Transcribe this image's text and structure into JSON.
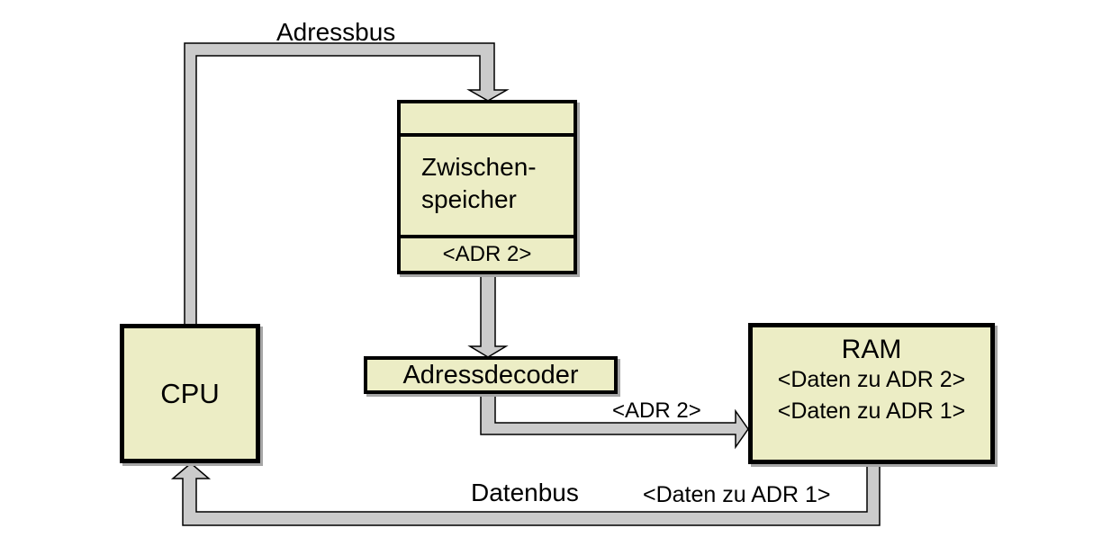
{
  "diagram": {
    "bus_labels": {
      "adressbus": "Adressbus",
      "datenbus": "Datenbus",
      "adr2_on_addressbus": "<ADR 2>",
      "daten_adr1_on_datenbus": "<Daten zu ADR 1>"
    },
    "nodes": {
      "cpu": {
        "label": "CPU"
      },
      "zwischenspeicher": {
        "name_line1": "Zwischen-",
        "name_line2": "speicher",
        "stored_value": "<ADR 2>"
      },
      "adressdecoder": {
        "label": "Adressdecoder"
      },
      "ram": {
        "title": "RAM",
        "row1": "<Daten zu ADR 2>",
        "row2": "<Daten zu ADR 1>"
      }
    },
    "colors": {
      "box_fill": "#ECEDC5",
      "box_border": "#000000",
      "bus_fill": "#CBCBCB",
      "bus_outline": "#000000",
      "shadow": "#A6A6A6",
      "background": "#FFFFFF"
    }
  }
}
